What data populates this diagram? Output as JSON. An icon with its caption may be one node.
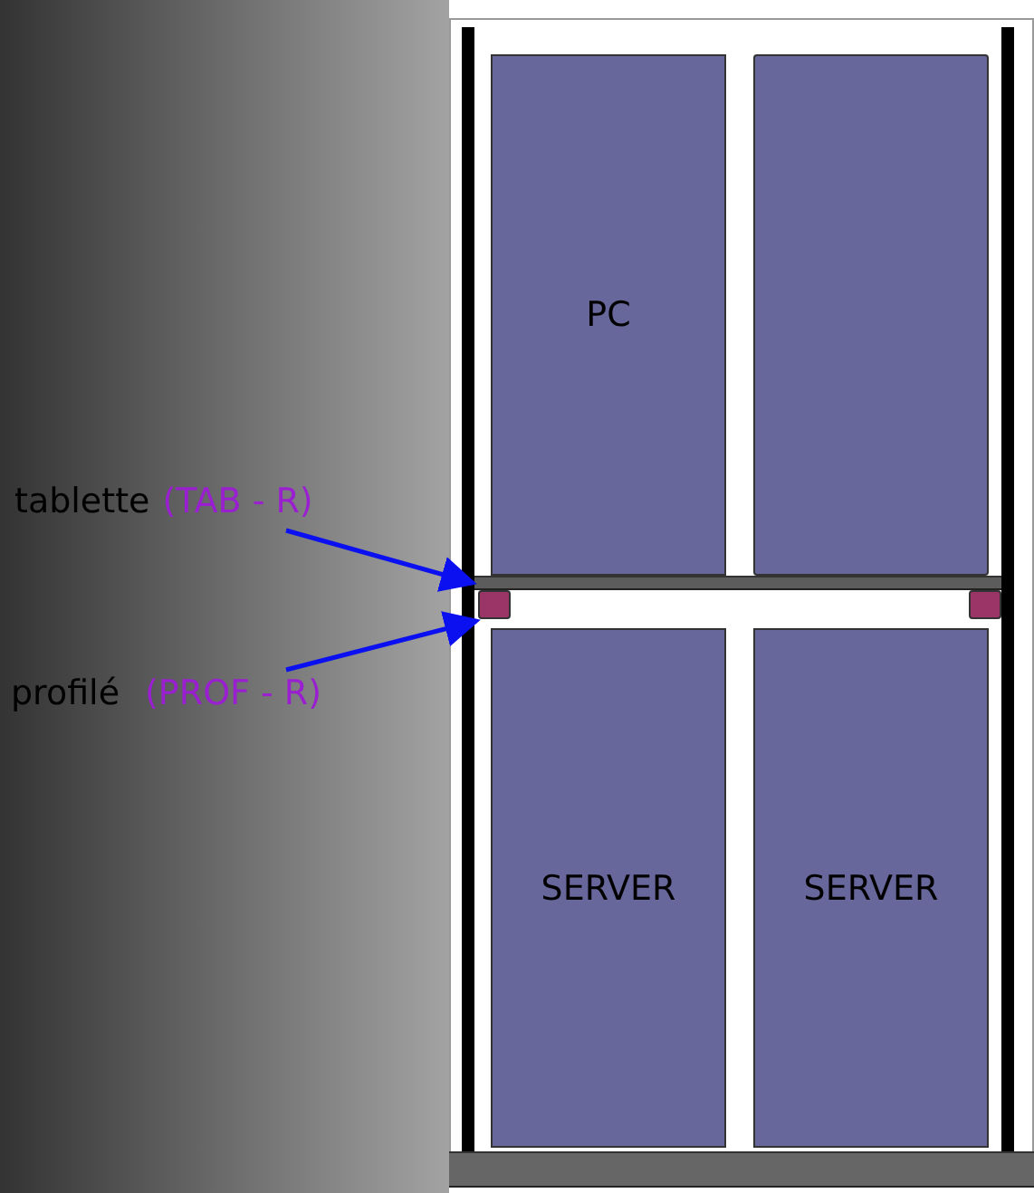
{
  "diagram": {
    "nodes": [
      {
        "text": [
          "PC"
        ]
      },
      {
        "text": [],
        "shape": "box"
      },
      {
        "text": [
          "SERVER"
        ]
      },
      {
        "text": [
          "SERVER"
        ]
      },
      {
        "text": [
          "tablette",
          "(TAB - R)"
        ]
      },
      {
        "text": [],
        "shape": "bar"
      },
      {
        "text": [
          "profilé",
          "(PROF - R)"
        ]
      },
      {
        "text": [],
        "shape": "box"
      },
      {
        "text": [],
        "shape": "box"
      },
      {
        "text": [],
        "shape": "bar"
      }
    ],
    "edges": [
      {
        "from": 4,
        "to": 5,
        "arrow": "to"
      },
      {
        "from": 6,
        "to": 7,
        "arrow": "to"
      }
    ]
  }
}
